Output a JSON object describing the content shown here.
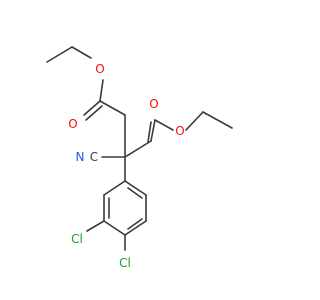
{
  "molecule": {
    "colors": {
      "bond": "#3a3a3a",
      "oxygen": "#ff0d0d",
      "nitrogen": "#3050f8",
      "chlorine": "#1f9f1f",
      "carbon": "#3a3a3a"
    },
    "labels": {
      "o_carbonyl_left": "O",
      "o_ester_left": "O",
      "o_carbonyl_right": "O",
      "o_ester_right": "O",
      "n_nitrile": "N",
      "c_nitrile": "C",
      "cl_meta": "Cl",
      "cl_para": "Cl"
    }
  }
}
